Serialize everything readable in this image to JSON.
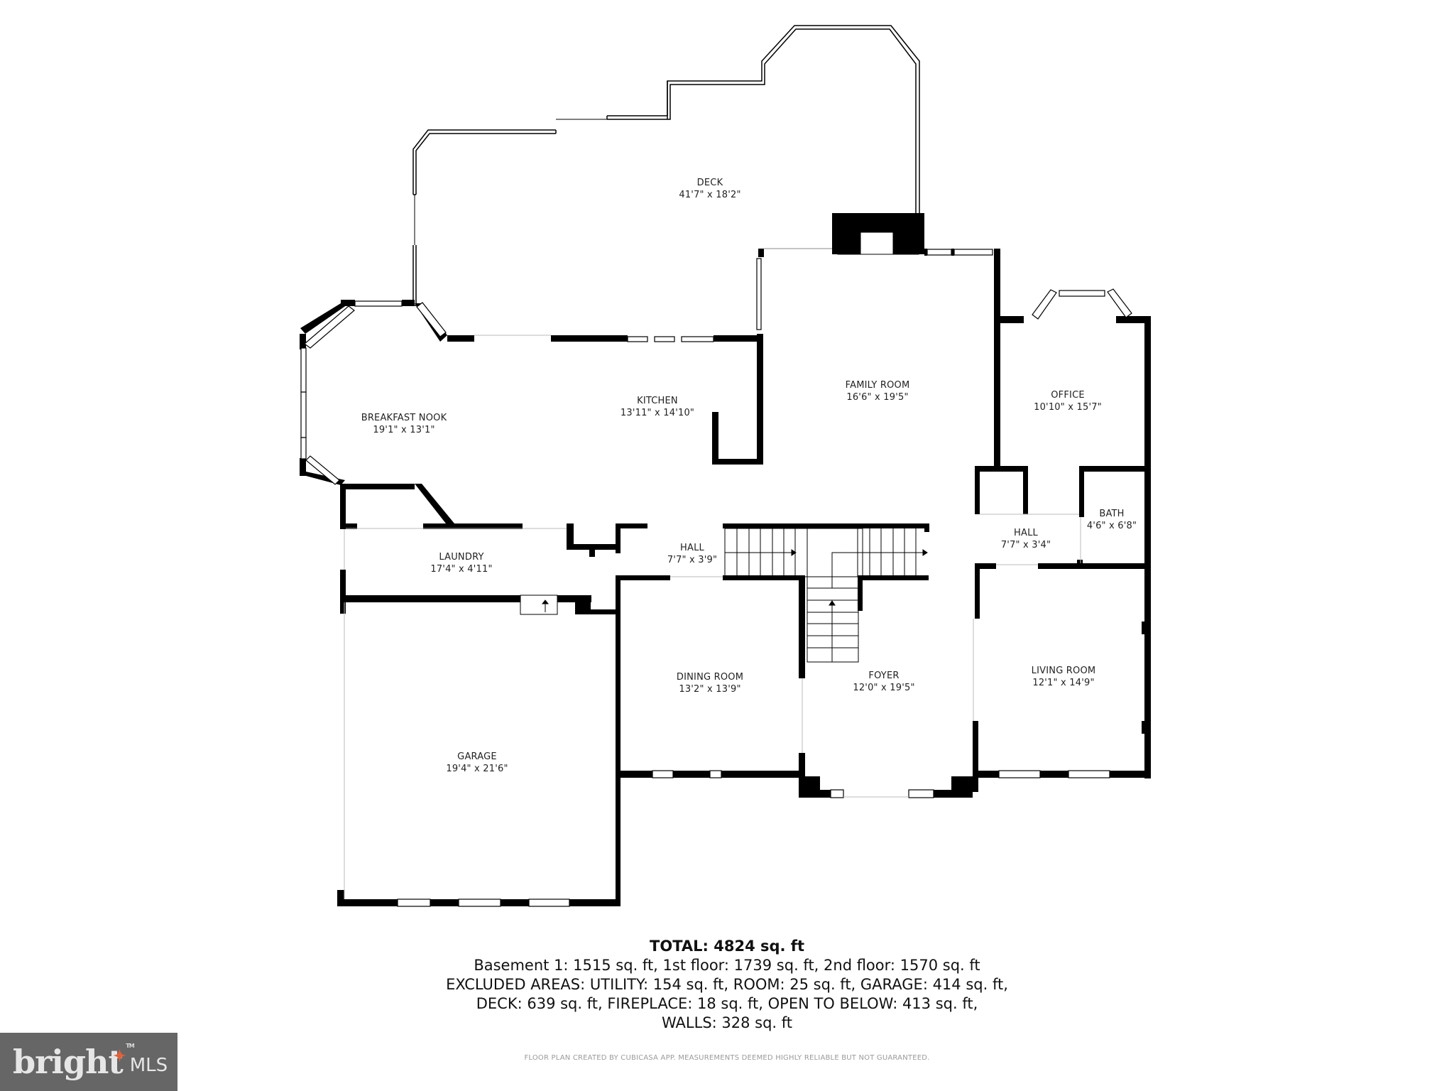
{
  "floor_plan": {
    "rooms": [
      {
        "id": "deck",
        "name": "DECK",
        "dims": "41'7\" x 18'2\""
      },
      {
        "id": "family-room",
        "name": "FAMILY ROOM",
        "dims": "16'6\" x 19'5\""
      },
      {
        "id": "office",
        "name": "OFFICE",
        "dims": "10'10\" x 15'7\""
      },
      {
        "id": "breakfast-nook",
        "name": "BREAKFAST NOOK",
        "dims": "19'1\" x 13'1\""
      },
      {
        "id": "kitchen",
        "name": "KITCHEN",
        "dims": "13'11\" x 14'10\""
      },
      {
        "id": "laundry",
        "name": "LAUNDRY",
        "dims": "17'4\" x 4'11\""
      },
      {
        "id": "hall-west",
        "name": "HALL",
        "dims": "7'7\" x 3'9\""
      },
      {
        "id": "hall-east",
        "name": "HALL",
        "dims": "7'7\" x 3'4\""
      },
      {
        "id": "bath",
        "name": "BATH",
        "dims": "4'6\" x 6'8\""
      },
      {
        "id": "dining-room",
        "name": "DINING ROOM",
        "dims": "13'2\" x 13'9\""
      },
      {
        "id": "foyer",
        "name": "FOYER",
        "dims": "12'0\" x 19'5\""
      },
      {
        "id": "living-room",
        "name": "LIVING ROOM",
        "dims": "12'1\" x 14'9\""
      },
      {
        "id": "garage",
        "name": "GARAGE",
        "dims": "19'4\" x 21'6\""
      }
    ]
  },
  "summary": {
    "total": "TOTAL: 4824 sq. ft",
    "lines": [
      "Basement 1: 1515 sq. ft, 1st floor: 1739 sq. ft, 2nd floor: 1570 sq. ft",
      "EXCLUDED AREAS: UTILITY: 154 sq. ft, ROOM: 25 sq. ft, GARAGE: 414 sq. ft,",
      "DECK: 639 sq. ft, FIREPLACE: 18 sq. ft, OPEN TO BELOW: 413 sq. ft,",
      "WALLS: 328 sq. ft"
    ]
  },
  "disclaimer": "FLOOR PLAN CREATED BY CUBICASA APP. MEASUREMENTS DEEMED HIGHLY RELIABLE BUT NOT GUARANTEED.",
  "logo": {
    "brand": "bright",
    "suffix": "MLS",
    "tm": "TM",
    "accent_color": "#e0623a",
    "background_color": "#666666"
  },
  "colors": {
    "wall": "#000000",
    "background": "#ffffff",
    "text": "#222222"
  }
}
